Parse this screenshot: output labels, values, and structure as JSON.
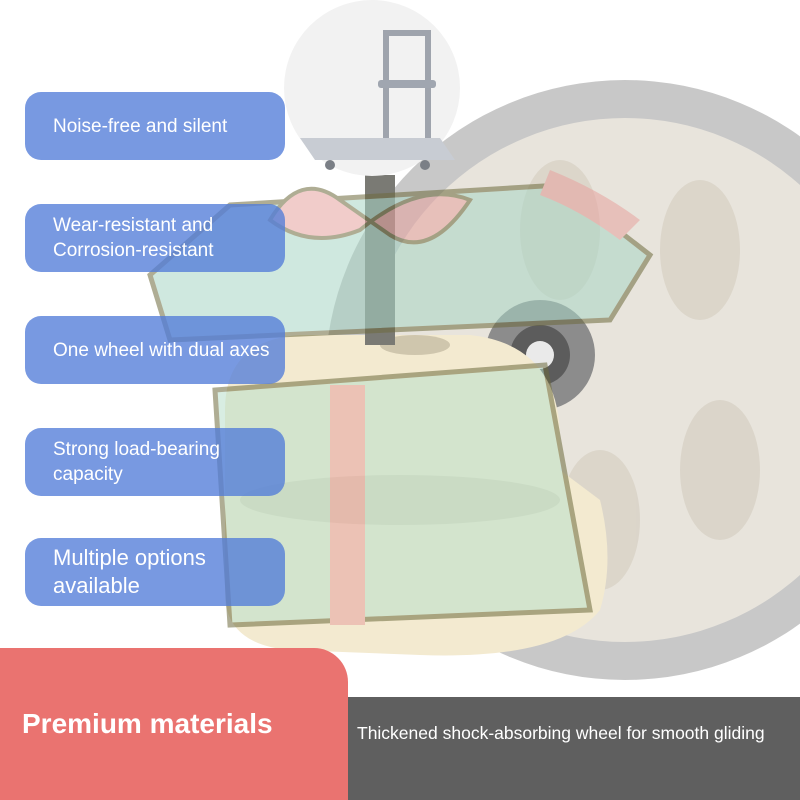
{
  "features": [
    {
      "label": "Noise-free and silent"
    },
    {
      "label": "Wear-resistant and Corrosion-resistant"
    },
    {
      "label": "One wheel with dual axes"
    },
    {
      "label": "Strong load-bearing capacity"
    },
    {
      "label": "Multiple options available"
    }
  ],
  "banner": {
    "title": "Premium materials",
    "description": "Thickened shock-absorbing wheel for smooth gliding"
  },
  "colors": {
    "pill": "#527cd8",
    "banner_red": "#ea7370",
    "banner_gray": "#5f5f5f"
  },
  "icons": [
    "cart-thumbnail",
    "caster-wheel-image",
    "gift-box-watermark"
  ]
}
